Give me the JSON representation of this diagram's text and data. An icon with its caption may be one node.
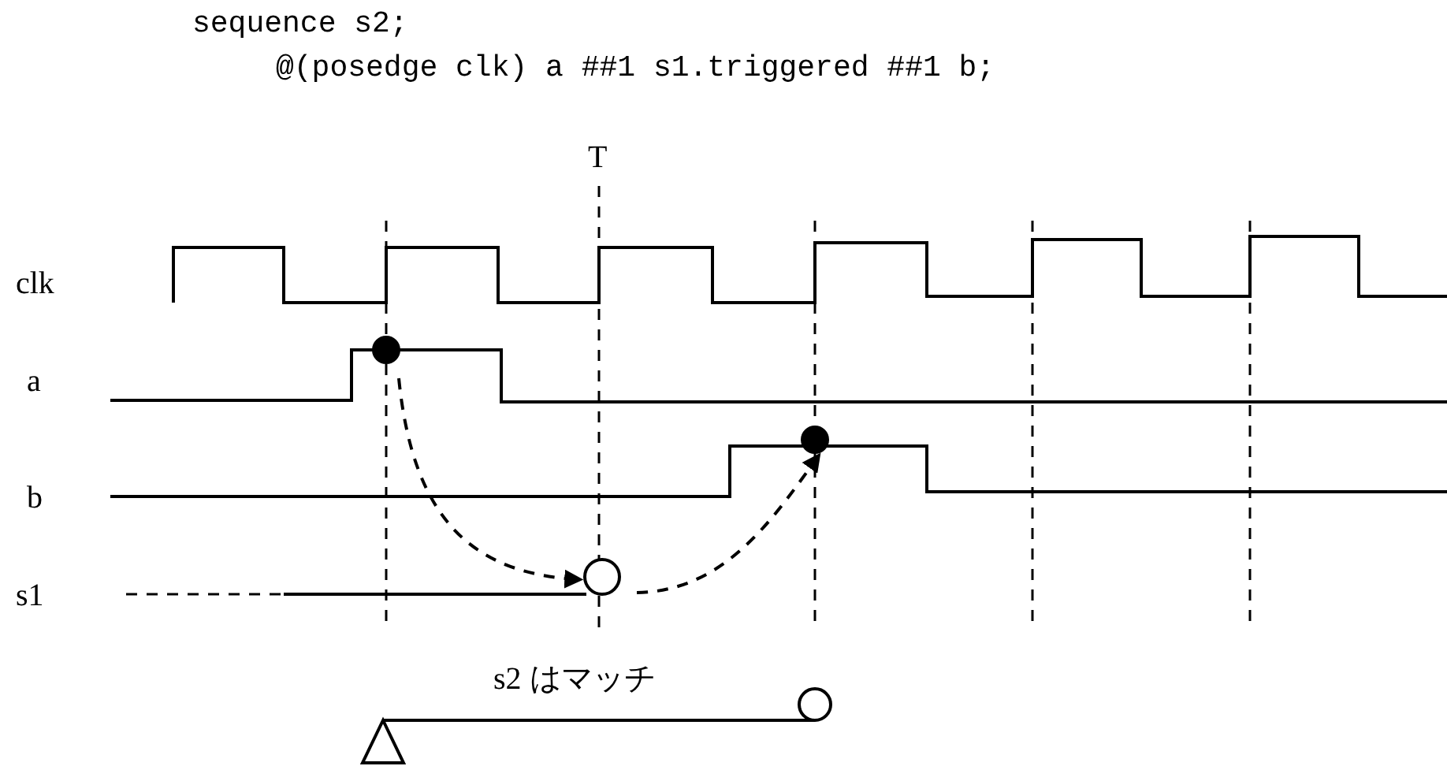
{
  "diagram": {
    "nodes": [
      {
        "text": [],
        "shape": "circle"
      },
      {
        "text": [],
        "shape": "circle"
      },
      {
        "text": [],
        "shape": "circle"
      },
      {
        "text": [],
        "shape": "triangle"
      },
      {
        "text": [],
        "shape": "circle"
      }
    ],
    "edges": [
      {
        "from": 0,
        "to": 1,
        "arrow": "to",
        "style": "dashed"
      },
      {
        "from": 1,
        "to": 2,
        "arrow": "to",
        "style": "dashed"
      },
      {
        "from": 3,
        "to": 4,
        "arrow": "none"
      }
    ],
    "labels": [
      "sequence s2;",
      "@(posedge clk) a ##1 s1.triggered ##1 b;",
      "T",
      "clk",
      "a",
      "b",
      "s1",
      "s2 はマッチ"
    ]
  }
}
